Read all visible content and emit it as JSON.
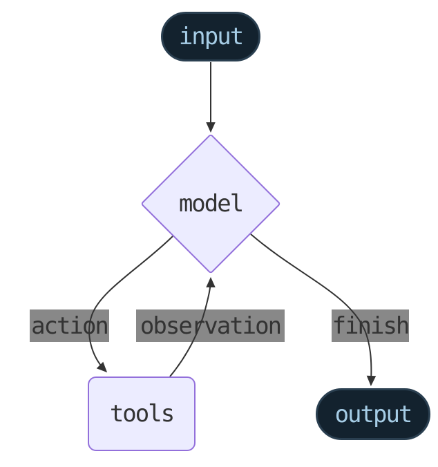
{
  "diagram": {
    "type": "flowchart",
    "direction": "top-down",
    "nodes": {
      "input": {
        "label": "input",
        "shape": "stadium"
      },
      "model": {
        "label": "model",
        "shape": "diamond"
      },
      "tools": {
        "label": "tools",
        "shape": "rounded-rect"
      },
      "output": {
        "label": "output",
        "shape": "stadium"
      }
    },
    "edges": [
      {
        "from": "input",
        "to": "model",
        "label": ""
      },
      {
        "from": "model",
        "to": "tools",
        "label": "action"
      },
      {
        "from": "tools",
        "to": "model",
        "label": "observation"
      },
      {
        "from": "model",
        "to": "output",
        "label": "finish"
      }
    ]
  },
  "colors": {
    "canvas-bg": "#ffffff",
    "edge-stroke": "#333333",
    "edge-label-bg": "#888888",
    "edge-label-text": "#333333",
    "dark-node-fill": "#13222e",
    "dark-node-border": "#2a3f50",
    "dark-node-text": "#a6cde6",
    "light-node-fill": "#ececff",
    "light-node-border": "#9370db",
    "light-node-text": "#333333"
  }
}
